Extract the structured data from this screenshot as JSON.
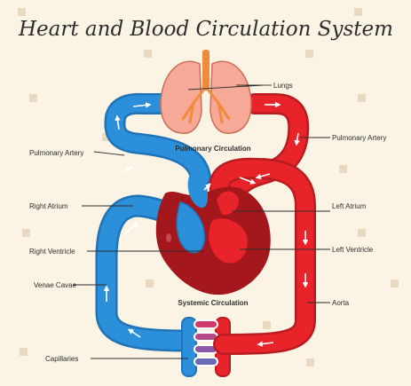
{
  "title": "Heart and Blood Circulation System",
  "labels": {
    "lungs": "Lungs",
    "pulmonary_artery_left": "Pulmonary Artery",
    "pulmonary_artery_right": "Pulmonary Artery",
    "right_atrium": "Right Atrium",
    "right_ventricle": "Right Ventricle",
    "venae_cavae": "Venae Cavae",
    "capillaries": "Capillaries",
    "left_atrium": "Left Atrium",
    "left_ventricle": "Left Ventricle",
    "aorta": "Aorta"
  },
  "sections": {
    "pulmonary": "Pulmonary Circulation",
    "systemic": "Systemic Circulation"
  },
  "colors": {
    "background": "#fbf3e3",
    "oxygen_poor_blood": "#2b8fd9",
    "oxygen_rich_blood": "#e8242a",
    "heart": "#a3171d",
    "lungs": "#f7a998"
  }
}
